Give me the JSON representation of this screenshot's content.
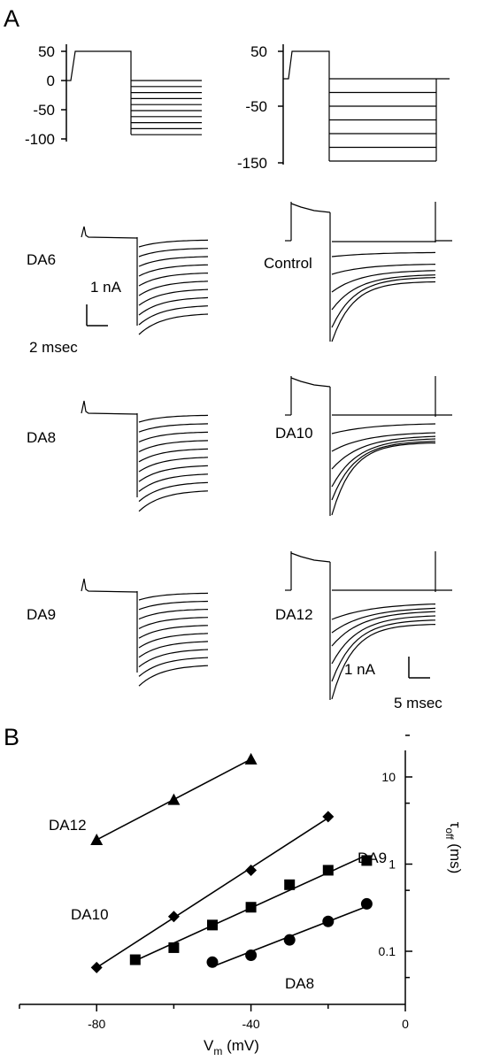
{
  "panel_a": {
    "letter": "A",
    "protocols": [
      {
        "ticks": [
          "50",
          "0",
          "-50",
          "-100"
        ]
      },
      {
        "ticks": [
          "50",
          "-50",
          "-150"
        ]
      }
    ],
    "current_panels": [
      {
        "label": "DA6"
      },
      {
        "label": "Control"
      },
      {
        "label": "DA8"
      },
      {
        "label": "DA10"
      },
      {
        "label": "DA9"
      },
      {
        "label": "DA12"
      }
    ],
    "scale_left": {
      "current": "1 nA",
      "time": "2 msec"
    },
    "scale_right": {
      "current": "1 nA",
      "time": "5 msec"
    }
  },
  "panel_b": {
    "letter": "B"
  },
  "chart_data": {
    "type": "scatter",
    "title": "",
    "xlabel": "V",
    "xlabel_sub": "m",
    "xlabel_unit": " (mV)",
    "ylabel": "τ",
    "ylabel_sub": "off",
    "ylabel_unit": " (ms)",
    "xlim": [
      -100,
      0
    ],
    "ylim": [
      0.02,
      40
    ],
    "yscale": "log",
    "xticks": [
      -80,
      -40,
      0
    ],
    "yticks": [
      0.1,
      1,
      10
    ],
    "ytick_labels": [
      "0.1",
      "1",
      "10"
    ],
    "y_axis_side": "right",
    "series": [
      {
        "name": "DA12",
        "marker": "triangle",
        "x": [
          -80,
          -60,
          -40
        ],
        "y": [
          1.9,
          5.5,
          16
        ]
      },
      {
        "name": "DA10",
        "marker": "diamond",
        "x": [
          -80,
          -60,
          -40,
          -20
        ],
        "y": [
          0.065,
          0.25,
          0.85,
          3.5
        ]
      },
      {
        "name": "DA9",
        "marker": "square",
        "x": [
          -70,
          -60,
          -50,
          -40,
          -30,
          -20,
          -10
        ],
        "y": [
          0.08,
          0.11,
          0.2,
          0.32,
          0.58,
          0.85,
          1.1
        ]
      },
      {
        "name": "DA8",
        "marker": "circle",
        "x": [
          -50,
          -40,
          -30,
          -20,
          -10
        ],
        "y": [
          0.075,
          0.09,
          0.135,
          0.22,
          0.35
        ]
      }
    ]
  }
}
